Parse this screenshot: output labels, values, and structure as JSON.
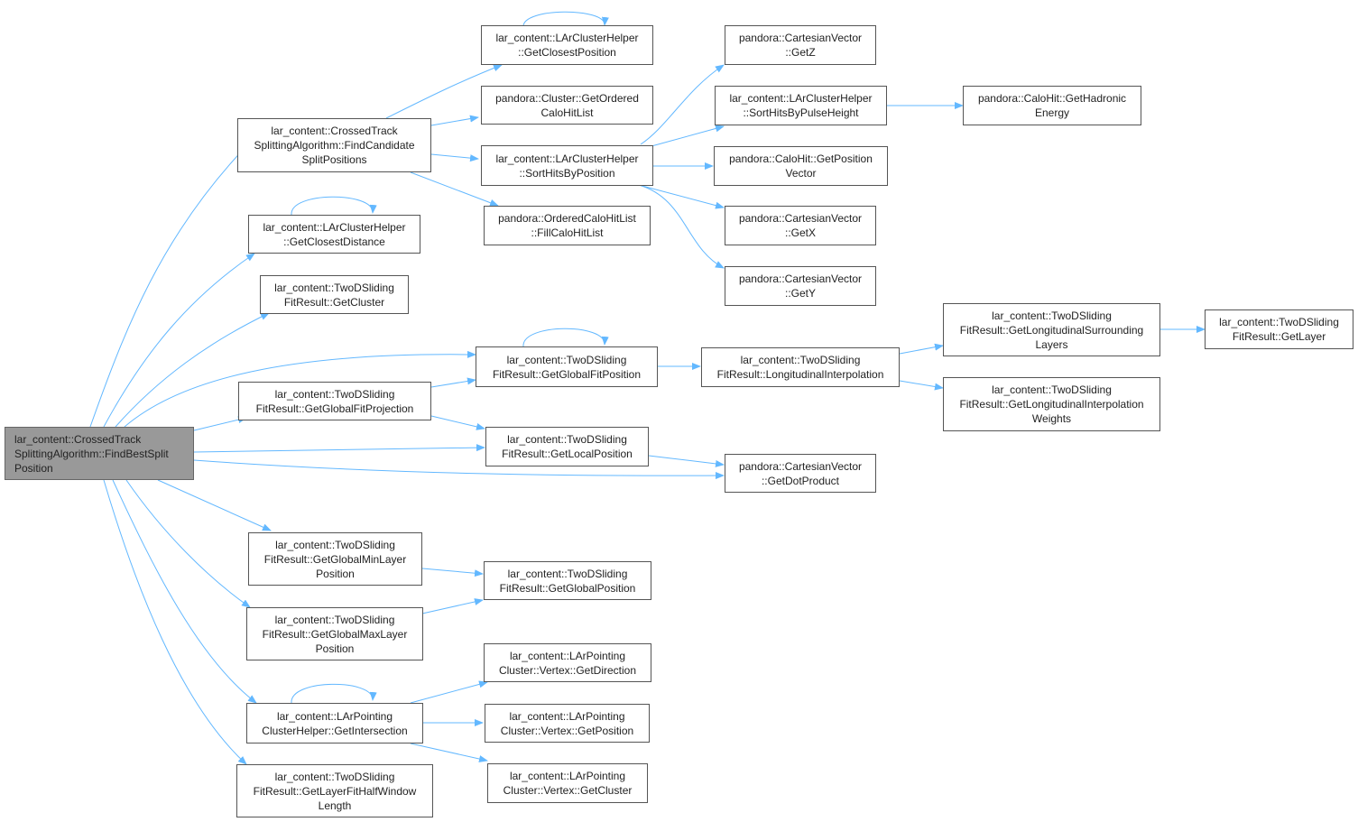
{
  "colors": {
    "edge": "#63b8ff",
    "root_fill": "#999999",
    "node_border": "#555555"
  },
  "nodes": {
    "n0": [
      "lar_content::CrossedTrack",
      "SplittingAlgorithm::FindBestSplit",
      "Position"
    ],
    "n1": [
      "lar_content::CrossedTrack",
      "SplittingAlgorithm::FindCandidate",
      "SplitPositions"
    ],
    "n2": [
      "lar_content::LArClusterHelper",
      "::GetClosestDistance"
    ],
    "n3": [
      "lar_content::TwoDSliding",
      "FitResult::GetCluster"
    ],
    "n4": [
      "lar_content::TwoDSliding",
      "FitResult::GetGlobalFitPosition"
    ],
    "n5": [
      "lar_content::TwoDSliding",
      "FitResult::GetGlobalFitProjection"
    ],
    "n6": [
      "lar_content::TwoDSliding",
      "FitResult::GetLocalPosition"
    ],
    "n7": [
      "pandora::CartesianVector",
      "::GetDotProduct"
    ],
    "n8": [
      "lar_content::TwoDSliding",
      "FitResult::GetGlobalMinLayer",
      "Position"
    ],
    "n9": [
      "lar_content::TwoDSliding",
      "FitResult::GetGlobalMaxLayer",
      "Position"
    ],
    "n10": [
      "lar_content::LArPointing",
      "ClusterHelper::GetIntersection"
    ],
    "n11": [
      "lar_content::TwoDSliding",
      "FitResult::GetLayerFitHalfWindow",
      "Length"
    ],
    "n12": [
      "lar_content::LArClusterHelper",
      "::GetClosestPosition"
    ],
    "n13": [
      "pandora::Cluster::GetOrdered",
      "CaloHitList"
    ],
    "n14": [
      "lar_content::LArClusterHelper",
      "::SortHitsByPosition"
    ],
    "n15": [
      "pandora::OrderedCaloHitList",
      "::FillCaloHitList"
    ],
    "n16": [
      "pandora::CartesianVector",
      "::GetZ"
    ],
    "n17": [
      "lar_content::LArClusterHelper",
      "::SortHitsByPulseHeight"
    ],
    "n18": [
      "pandora::CaloHit::GetHadronic",
      "Energy"
    ],
    "n19": [
      "pandora::CaloHit::GetPosition",
      "Vector"
    ],
    "n20": [
      "pandora::CartesianVector",
      "::GetX"
    ],
    "n21": [
      "pandora::CartesianVector",
      "::GetY"
    ],
    "n22": [
      "lar_content::TwoDSliding",
      "FitResult::LongitudinalInterpolation"
    ],
    "n23": [
      "lar_content::TwoDSliding",
      "FitResult::GetLongitudinalSurrounding",
      "Layers"
    ],
    "n24": [
      "lar_content::TwoDSliding",
      "FitResult::GetLayer"
    ],
    "n25": [
      "lar_content::TwoDSliding",
      "FitResult::GetLongitudinalInterpolation",
      "Weights"
    ],
    "n26": [
      "lar_content::TwoDSliding",
      "FitResult::GetGlobalPosition"
    ],
    "n27": [
      "lar_content::LArPointing",
      "Cluster::Vertex::GetDirection"
    ],
    "n28": [
      "lar_content::LArPointing",
      "Cluster::Vertex::GetPosition"
    ],
    "n29": [
      "lar_content::LArPointing",
      "Cluster::Vertex::GetCluster"
    ]
  }
}
